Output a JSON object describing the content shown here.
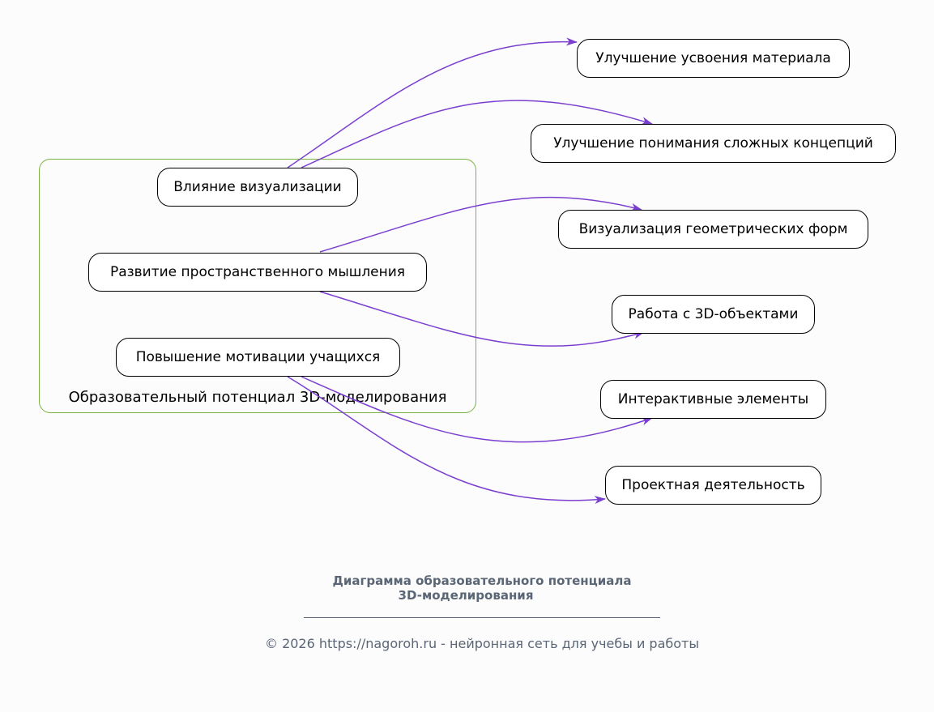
{
  "cluster": {
    "label": "Образовательный потенциал 3D-моделирования"
  },
  "sources": [
    {
      "label": "Влияние визуализации"
    },
    {
      "label": "Развитие пространственного мышления"
    },
    {
      "label": "Повышение мотивации учащихся"
    }
  ],
  "targets": [
    {
      "label": "Улучшение усвоения материала"
    },
    {
      "label": "Улучшение понимания сложных концепций"
    },
    {
      "label": "Визуализация геометрических форм"
    },
    {
      "label": "Работа с 3D-объектами"
    },
    {
      "label": "Интерактивные элементы"
    },
    {
      "label": "Проектная деятельность"
    }
  ],
  "footer": {
    "title_line1": "Диаграмма образовательного потенциала",
    "title_line2": "3D-моделирования",
    "copyright": "© 2026 https://nagoroh.ru - нейронная сеть для учебы и работы"
  },
  "colors": {
    "edge": "#7b3fd0",
    "cluster_border": "#7cb342",
    "footer_text": "#5a6676"
  }
}
